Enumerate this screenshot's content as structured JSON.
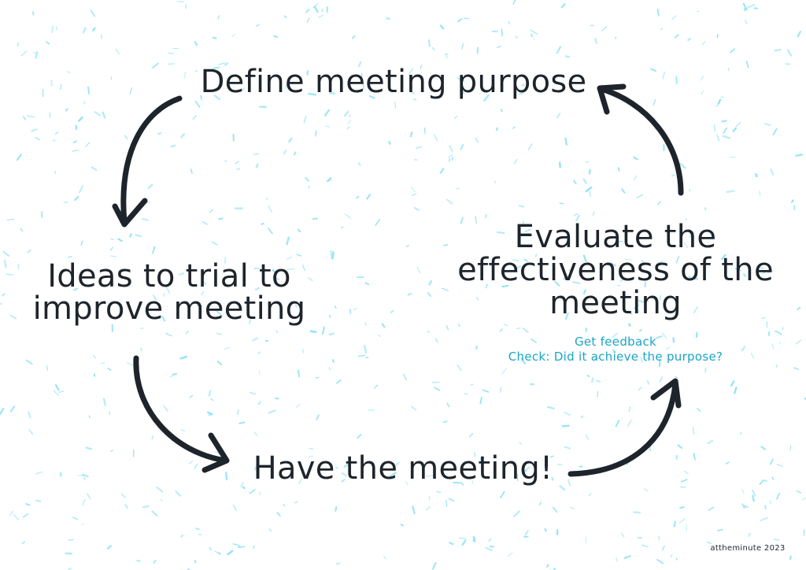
{
  "steps": {
    "define": "Define meeting purpose",
    "ideas_line1": "Ideas to trial to",
    "ideas_line2": "improve meeting",
    "have": "Have the meeting!",
    "evaluate_line1": "Evaluate the",
    "evaluate_line2": "effectiveness of the",
    "evaluate_line3": "meeting"
  },
  "evaluate_notes": {
    "line1": "Get feedback",
    "line2": "Check: Did it achieve the purpose?"
  },
  "footer": "attheminute 2023",
  "colors": {
    "text": "#1d242b",
    "accent": "#1ba5c6",
    "speckle": "#8fe3f5"
  }
}
